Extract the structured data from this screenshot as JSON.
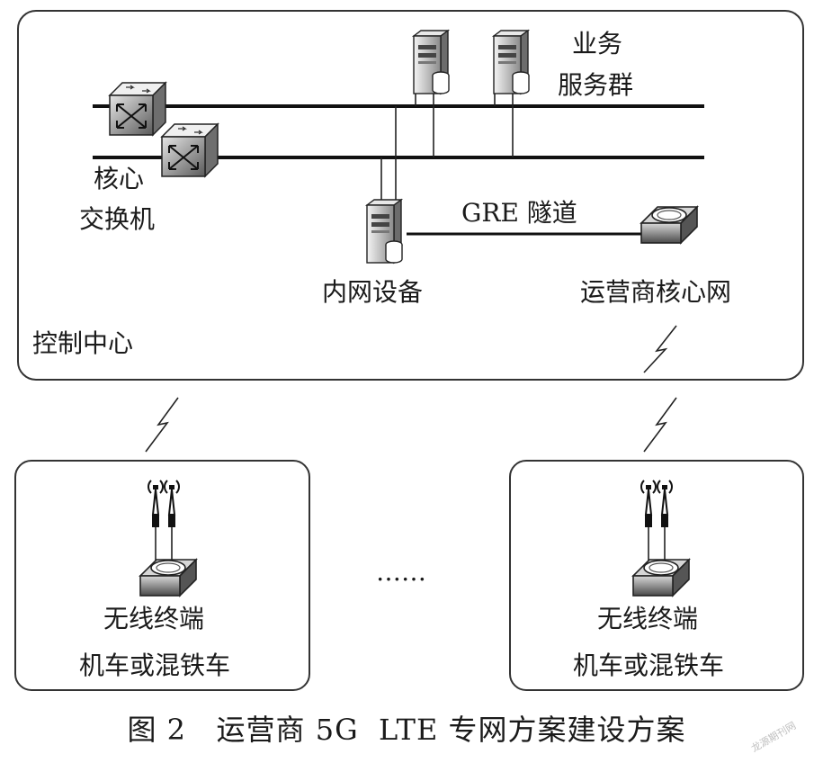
{
  "labels": {
    "business_servers_line1": "业务",
    "business_servers_line2": "服务群",
    "core_switch_line1": "核心",
    "core_switch_line2": "交换机",
    "gre_tunnel": "GRE 隧道",
    "intranet_device": "内网设备",
    "carrier_core": "运营商核心网",
    "control_center": "控制中心",
    "terminal_left_line1": "无线终端",
    "terminal_left_line2": "机车或混铁车",
    "terminal_right_line1": "无线终端",
    "terminal_right_line2": "机车或混铁车",
    "ellipsis": "……"
  },
  "caption": "图 2   运营商 5G  LTE 专网方案建设方案",
  "watermark": "龙源期刊网"
}
